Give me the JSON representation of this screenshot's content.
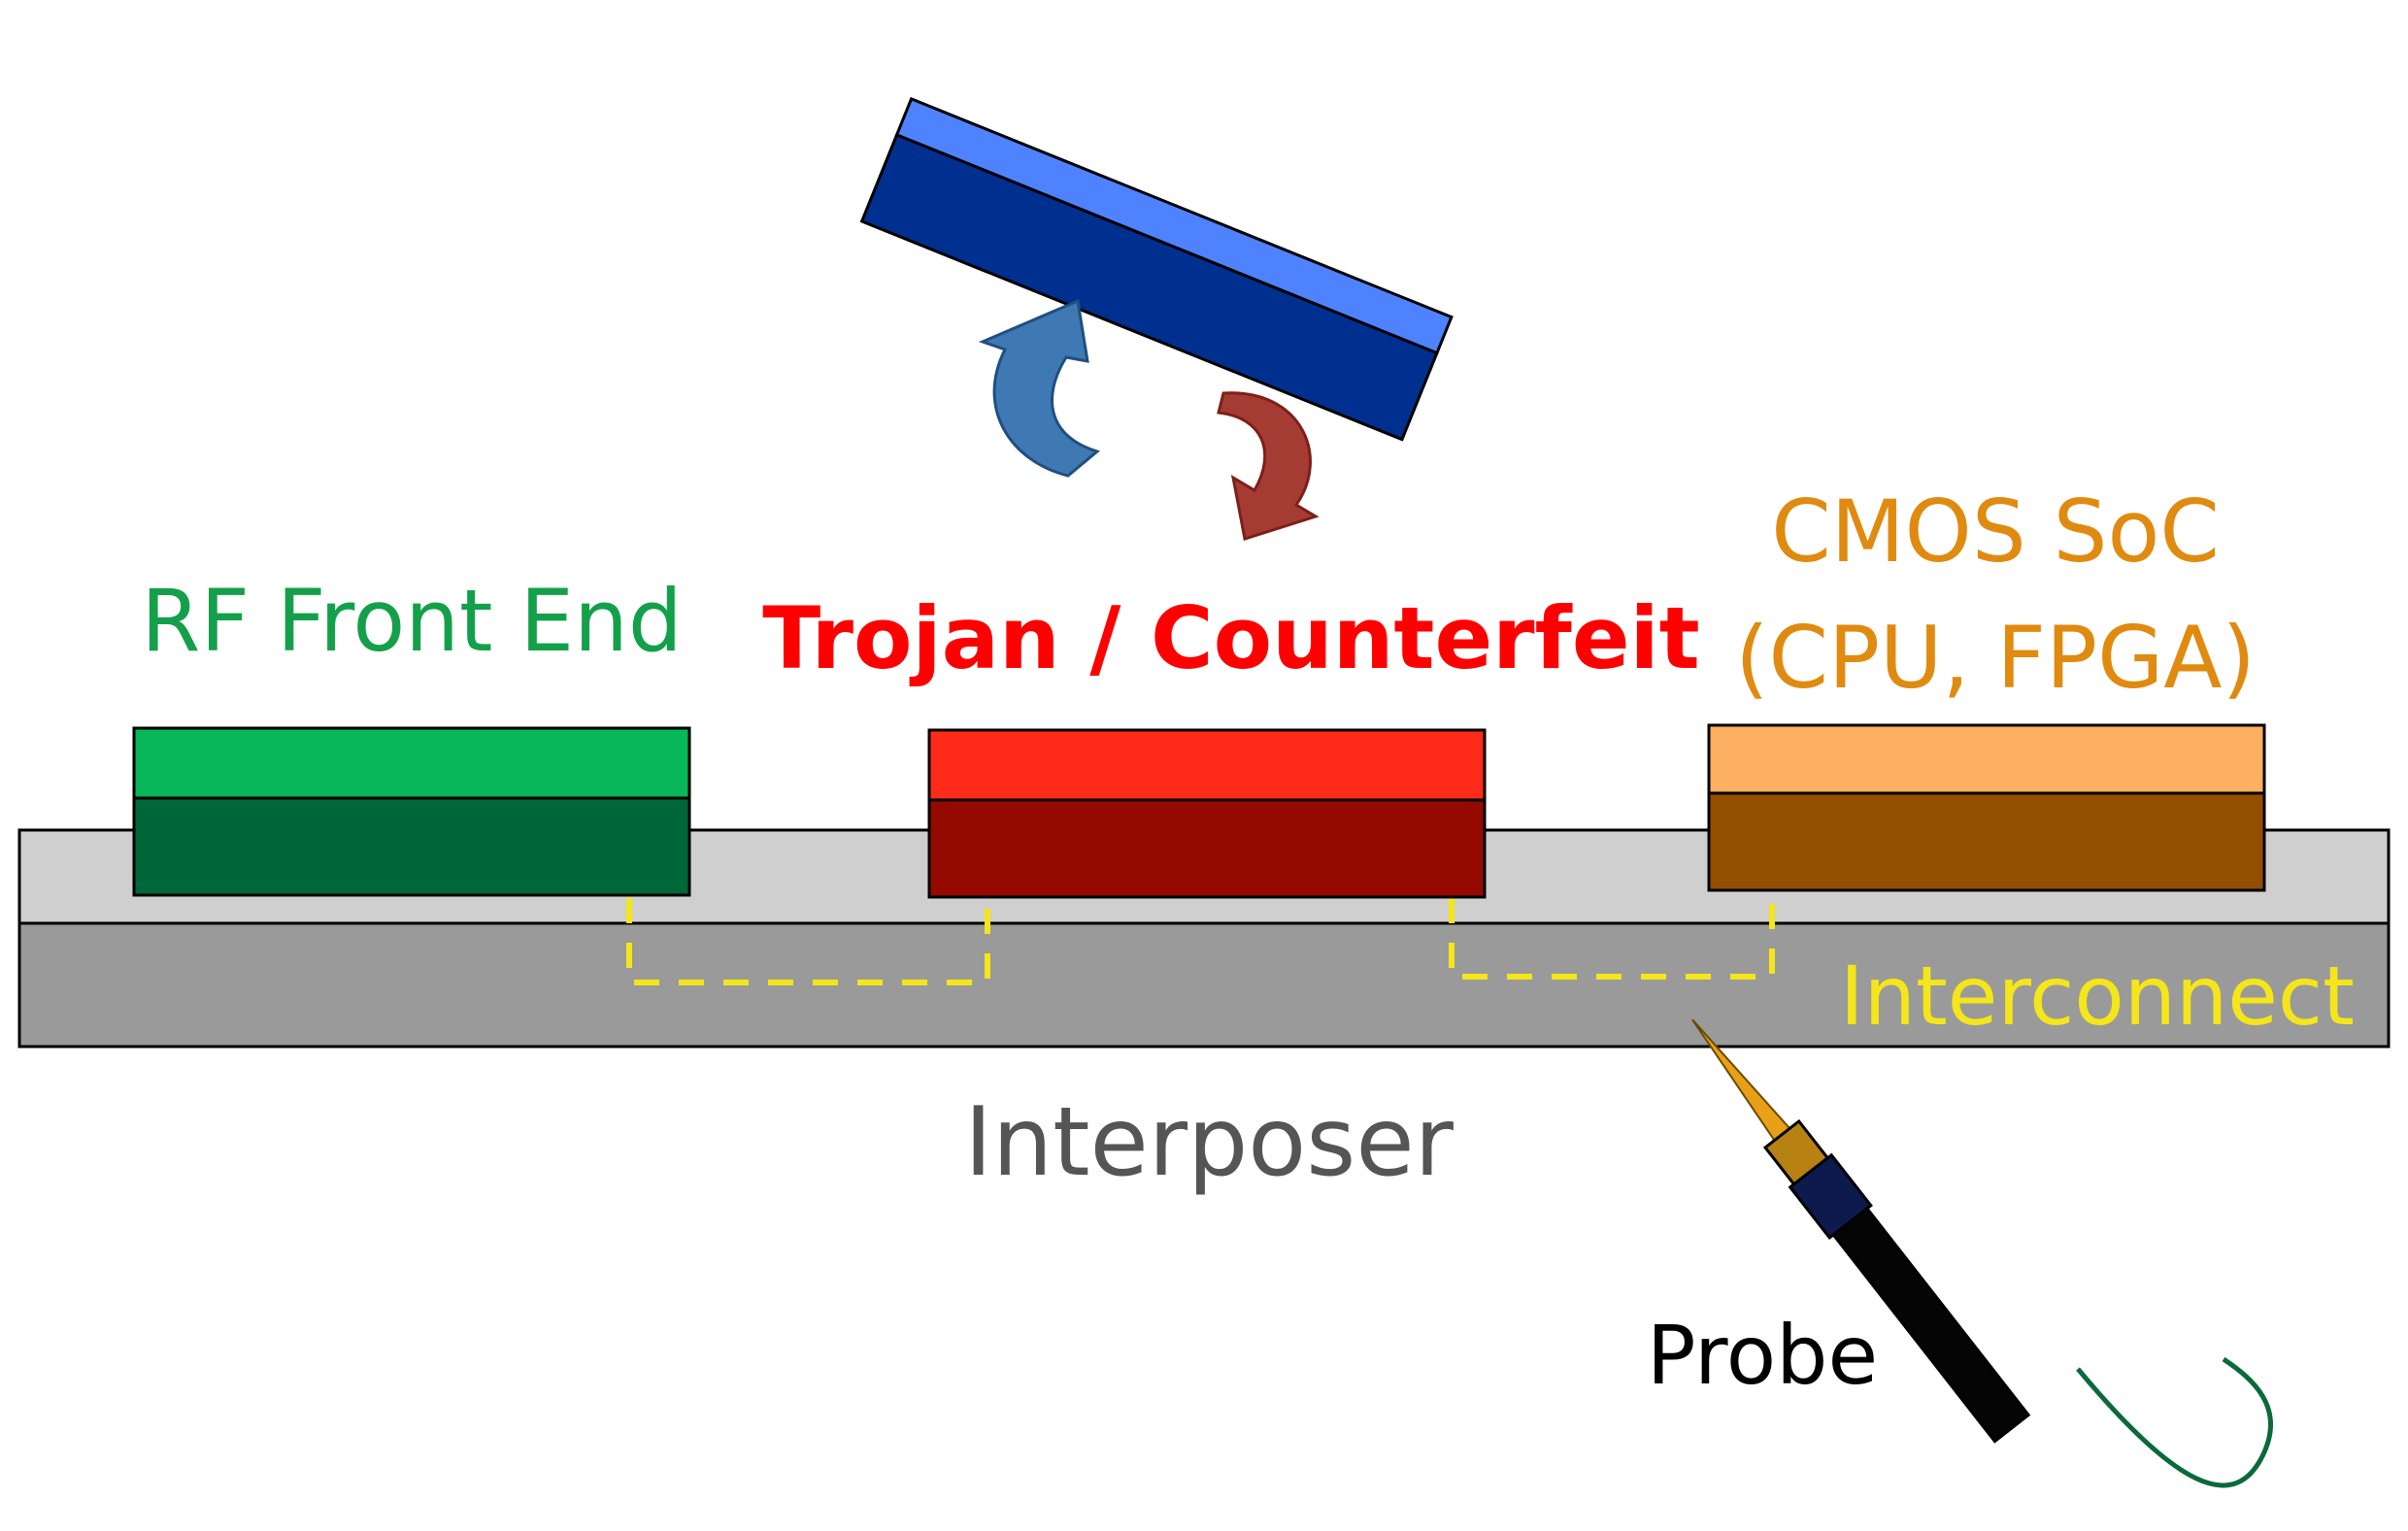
{
  "labels": {
    "rf_front_end": "RF Front End",
    "trojan": "Trojan / Counterfeit",
    "cmos_line1": "CMOS SoC",
    "cmos_line2": "(CPU, FPGA)",
    "interconnect": "Interconnect",
    "interposer": "Interposer",
    "probe": "Probe"
  },
  "colors": {
    "rf_front_end": "#14a04a",
    "trojan": "#ff0000",
    "cmos": "#e08a10",
    "interconnect": "#f4e61a",
    "interposer_text": "#555555",
    "probe_text": "#000000"
  }
}
